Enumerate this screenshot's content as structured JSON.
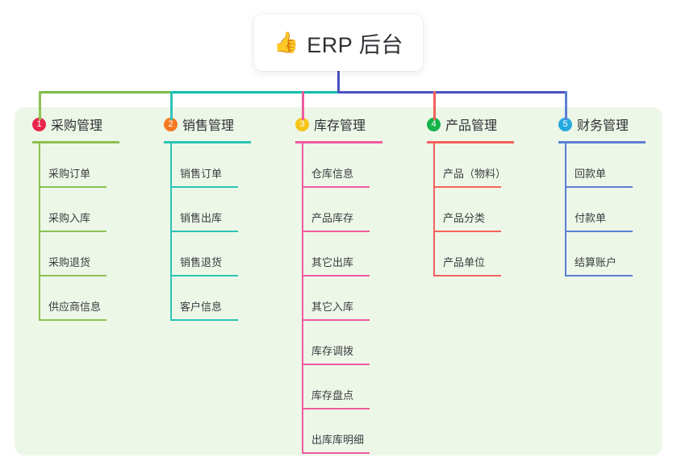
{
  "header": {
    "icon": "thumbs-up-icon",
    "emoji": "👍",
    "title": "ERP 后台"
  },
  "theme": {
    "page_background": "#ffffff",
    "panel_background": "#edf7e8",
    "trunk_color": "#4a50c0",
    "text_color": "#2f3034"
  },
  "connector": {
    "segments": [
      {
        "name": "green-segment",
        "color": "#7dbb47"
      },
      {
        "name": "teal-segment",
        "color": "#11bfae"
      },
      {
        "name": "blue-segment",
        "color": "#4a50c0"
      }
    ]
  },
  "columns": [
    {
      "number": "1",
      "title": "采购管理",
      "badge_color": "#e8264c",
      "line_color": "#8cc152",
      "items": [
        {
          "label": "采购订单"
        },
        {
          "label": "采购入库"
        },
        {
          "label": "采购退货"
        },
        {
          "label": "供应商信息"
        }
      ]
    },
    {
      "number": "2",
      "title": "销售管理",
      "badge_color": "#f47920",
      "line_color": "#2bc4b4",
      "items": [
        {
          "label": "销售订单"
        },
        {
          "label": "销售出库"
        },
        {
          "label": "销售退货"
        },
        {
          "label": "客户信息"
        }
      ]
    },
    {
      "number": "3",
      "title": "库存管理",
      "badge_color": "#f6c518",
      "line_color": "#ef5aa0",
      "items": [
        {
          "label": "仓库信息"
        },
        {
          "label": "产品库存"
        },
        {
          "label": "其它出库"
        },
        {
          "label": "其它入库"
        },
        {
          "label": "库存调拨"
        },
        {
          "label": "库存盘点"
        },
        {
          "label": "出库库明细"
        }
      ]
    },
    {
      "number": "4",
      "title": "产品管理",
      "badge_color": "#16b34a",
      "line_color": "#f4615c",
      "items": [
        {
          "label": "产品（物料）"
        },
        {
          "label": "产品分类"
        },
        {
          "label": "产品单位"
        }
      ]
    },
    {
      "number": "5",
      "title": "财务管理",
      "badge_color": "#26a9e0",
      "line_color": "#5b7fd4",
      "items": [
        {
          "label": "回款单"
        },
        {
          "label": "付款单"
        },
        {
          "label": "结算账户"
        }
      ]
    }
  ]
}
